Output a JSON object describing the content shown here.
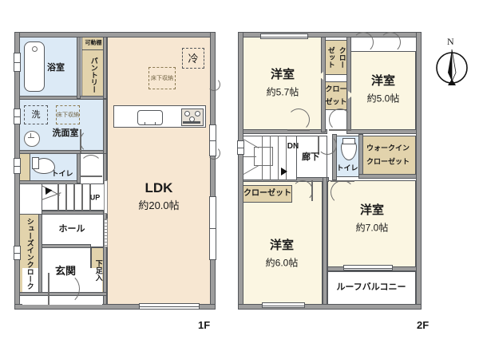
{
  "document": {
    "type": "floor-plan",
    "floors": [
      {
        "id": "1F",
        "tag": "1F"
      },
      {
        "id": "2F",
        "tag": "2F"
      }
    ]
  },
  "compass": {
    "label": "N",
    "name": "north-arrow"
  },
  "floor1": {
    "tag": "1F",
    "rooms": [
      {
        "key": "ldk",
        "name": "LDK",
        "label": "LDK",
        "area": "約20.0帖",
        "color": "#f7e7d2"
      },
      {
        "key": "bath",
        "name": "浴室",
        "label": "浴室",
        "color": "#dceaf6"
      },
      {
        "key": "washroom",
        "name": "洗面室",
        "label": "洗面室",
        "color": "#dceaf6"
      },
      {
        "key": "toilet",
        "name": "トイレ",
        "label": "トイレ",
        "color": "#dceaf6"
      },
      {
        "key": "hall",
        "name": "ホール",
        "label": "ホール",
        "color": "#ffffff"
      },
      {
        "key": "genkan",
        "name": "玄関",
        "label": "玄関",
        "color": "#ffffff"
      },
      {
        "key": "pantry",
        "name": "パントリー",
        "label": "パントリー",
        "color": "#e2d3ac"
      },
      {
        "key": "shoes_in_cloak",
        "name": "シューズインクローク",
        "label": "シューズインクローク",
        "color": "#e2d3ac"
      },
      {
        "key": "getabako",
        "name": "下足入",
        "label": "下足入",
        "color": "#e2d3ac"
      }
    ],
    "annotations": [
      {
        "key": "movable_shelf",
        "label": "可動棚"
      },
      {
        "key": "underfloor_storage_ldk",
        "label": "床下収納"
      },
      {
        "key": "underfloor_storage_washroom",
        "label": "床下収納"
      },
      {
        "key": "fridge",
        "label": "冷"
      },
      {
        "key": "washer",
        "label": "洗"
      },
      {
        "key": "stairs_up",
        "label": "UP"
      }
    ]
  },
  "floor2": {
    "tag": "2F",
    "rooms": [
      {
        "key": "room_5_7",
        "name": "洋室",
        "label": "洋室",
        "area": "約5.7帖",
        "color": "#fbf6e2"
      },
      {
        "key": "room_5_0",
        "name": "洋室",
        "label": "洋室",
        "area": "約5.0帖",
        "color": "#fbf6e2"
      },
      {
        "key": "room_6_0",
        "name": "洋室",
        "label": "洋室",
        "area": "約6.0帖",
        "color": "#fbf6e2"
      },
      {
        "key": "room_7_0",
        "name": "洋室",
        "label": "洋室",
        "area": "約7.0帖",
        "color": "#fbf6e2"
      },
      {
        "key": "corridor",
        "name": "廊下",
        "label": "廊下",
        "color": "#ffffff"
      },
      {
        "key": "toilet2",
        "name": "トイレ",
        "label": "トイレ",
        "color": "#dceaf6"
      },
      {
        "key": "walk_in_closet",
        "name": "ウォークインクローゼット",
        "label": "ウォークインクローゼット",
        "color": "#e2d3ac"
      },
      {
        "key": "closet_top",
        "name": "クローゼット",
        "label": "クローゼット",
        "color": "#e2d3ac"
      },
      {
        "key": "closet_mid",
        "name": "クローゼット",
        "label": "クローゼット",
        "color": "#e2d3ac"
      },
      {
        "key": "closet_left",
        "name": "クローゼット",
        "label": "クローゼット",
        "color": "#e2d3ac"
      },
      {
        "key": "roof_balcony",
        "name": "ルーフバルコニー",
        "label": "ルーフバルコニー",
        "color": "#ffffff"
      }
    ],
    "annotations": [
      {
        "key": "stairs_down",
        "label": "DN"
      }
    ]
  },
  "colors": {
    "wall": "#9d9d9d",
    "wall_line": "#55585c",
    "ldk": "#f7e7d2",
    "room": "#fbf6e2",
    "wet": "#dceaf6",
    "storage": "#e2d3ac",
    "white": "#ffffff",
    "text": "#1a1a1a"
  }
}
